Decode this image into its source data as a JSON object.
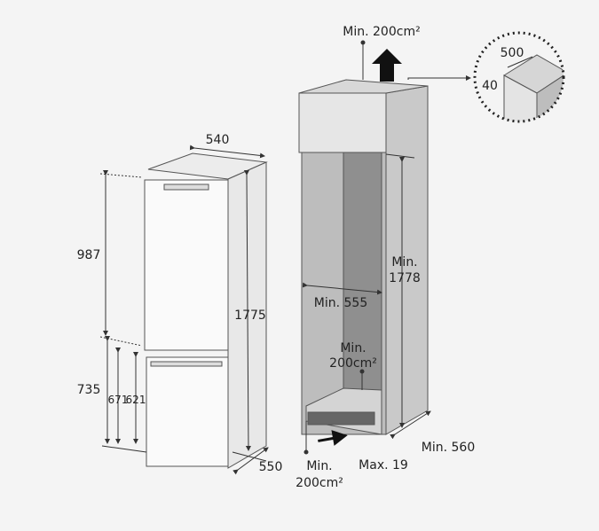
{
  "fridge": {
    "width_label": "540",
    "depth_label": "550",
    "height_label": "1775",
    "upper_label": "987",
    "lower_label": "735",
    "drawer1_label": "671",
    "drawer2_label": "621"
  },
  "cabinet": {
    "top_vent_label": "Min. 200cm²",
    "height_label_1": "Min.",
    "height_label_2": "1778",
    "width_label": "Min. 555",
    "rear_vent_label_1": "Min.",
    "rear_vent_label_2": "200cm²",
    "depth_label": "Min. 560",
    "door_thickness_label": "Max. 19",
    "bottom_vent_label_1": "Min.",
    "bottom_vent_label_2": "200cm²"
  },
  "detail": {
    "width_label": "500",
    "height_label": "40"
  },
  "colors": {
    "background": "#f4f4f4",
    "line": "#333333",
    "panel": "#c9c9c9",
    "dark_panel": "#8f8f8f"
  }
}
